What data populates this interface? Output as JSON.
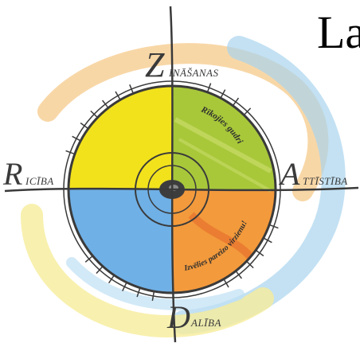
{
  "heading": "La",
  "labels": {
    "top_letter": "Z",
    "top_word": "INĀŠANAS",
    "left_letter": "R",
    "left_word": "ICĪBA",
    "right_letter": "A",
    "right_word": "TTĪSTĪBA",
    "bottom_letter": "D",
    "bottom_word": "ALĪBA"
  },
  "arc_texts": {
    "upper_right": "Rīkojies gudri",
    "lower_right": "Izvēlies pareizo virzienu!"
  },
  "colors": {
    "quadrant_top_left": "#f2e21c",
    "quadrant_top_right": "#a8c83a",
    "quadrant_bottom_right": "#f39a3c",
    "quadrant_bottom_left": "#6fb0e6",
    "swirl_orange": "#f5c98a",
    "swirl_blue": "#a9d4ee",
    "swirl_yellow": "#f6ec9a",
    "ring": "#3a3a3a"
  }
}
